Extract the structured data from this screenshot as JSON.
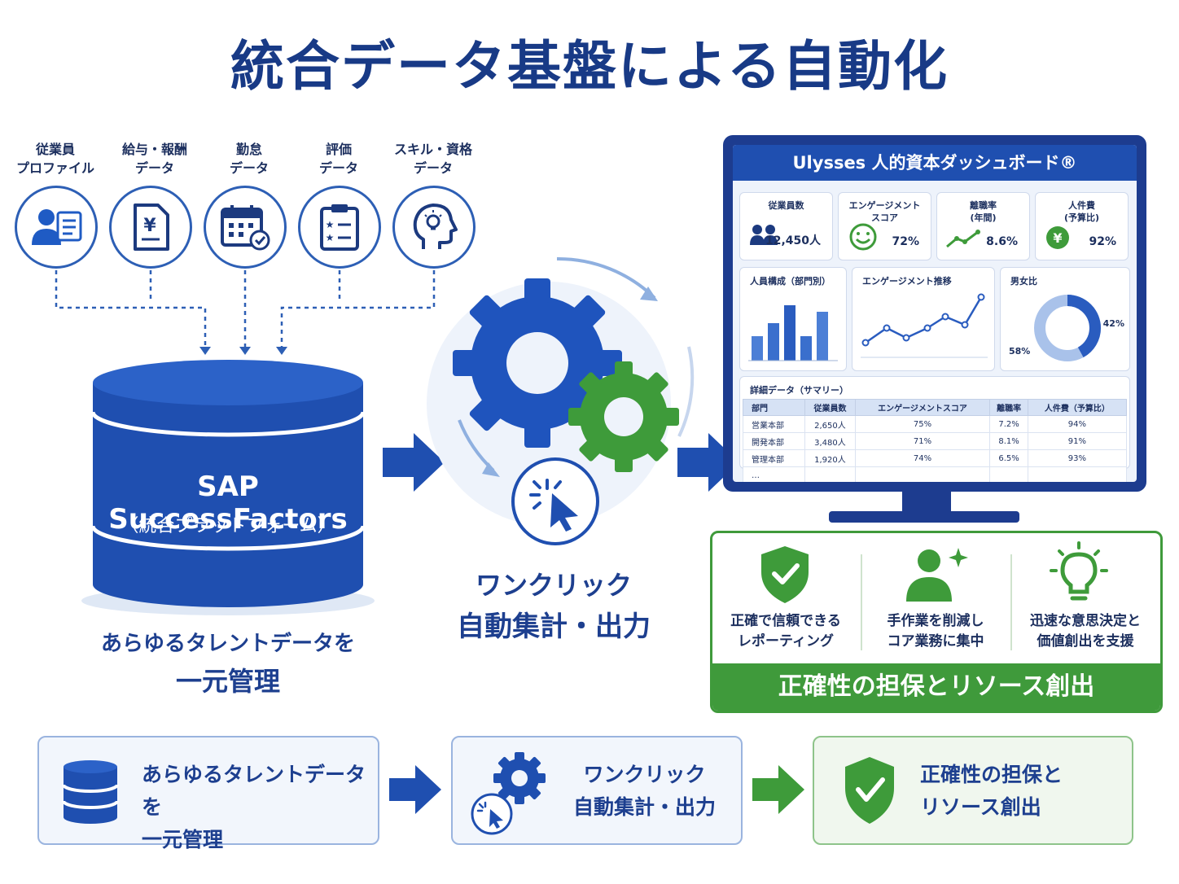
{
  "title": "統合データ基盤による自動化",
  "sources": [
    {
      "label": "従業員\nプロファイル",
      "icon": "employee-profile-icon"
    },
    {
      "label": "給与・報酬\nデータ",
      "icon": "payroll-document-icon"
    },
    {
      "label": "勤怠\nデータ",
      "icon": "calendar-check-icon"
    },
    {
      "label": "評価\nデータ",
      "icon": "evaluation-clipboard-icon"
    },
    {
      "label": "スキル・資格\nデータ",
      "icon": "head-lightbulb-icon"
    }
  ],
  "database": {
    "name": "SAP SuccessFactors",
    "sub": "（統合プラットフォーム）",
    "caption_line1": "あらゆるタレントデータを",
    "caption_line2": "一元管理"
  },
  "automation": {
    "caption_line1": "ワンクリック",
    "caption_line2": "自動集計・出力"
  },
  "dashboard": {
    "title": "Ulysses 人的資本ダッシュボード®",
    "kpis": [
      {
        "label": "従業員数",
        "value": "12,450人",
        "icon": "people-icon"
      },
      {
        "label": "エンゲージメント\nスコア",
        "value": "72%",
        "icon": "smile-icon"
      },
      {
        "label": "離職率\n(年間)",
        "value": "8.6%",
        "icon": "trend-line-icon"
      },
      {
        "label": "人件費\n(予算比)",
        "value": "92%",
        "icon": "yen-coin-icon"
      }
    ],
    "panels": {
      "composition": "人員構成（部門別）",
      "trend": "エンゲージメント推移",
      "gender": "男女比"
    },
    "gender_ratio": {
      "a": 42,
      "b": 58,
      "label_a": "42%",
      "label_b": "58%"
    },
    "table_title": "詳細データ（サマリー）",
    "table_headers": [
      "部門",
      "従業員数",
      "エンゲージメントスコア",
      "離職率",
      "人件費（予算比）"
    ],
    "table_rows": [
      [
        "営業本部",
        "2,650人",
        "75%",
        "7.2%",
        "94%"
      ],
      [
        "開発本部",
        "3,480人",
        "71%",
        "8.1%",
        "91%"
      ],
      [
        "管理本部",
        "1,920人",
        "74%",
        "6.5%",
        "93%"
      ]
    ],
    "table_more": "…"
  },
  "benefits": [
    {
      "line1": "正確で信頼できる",
      "line2": "レポーティング",
      "icon": "shield-check-icon"
    },
    {
      "line1": "手作業を削減し",
      "line2": "コア業務に集中",
      "icon": "person-sparkle-icon"
    },
    {
      "line1": "迅速な意思決定と",
      "line2": "価値創出を支援",
      "icon": "lightbulb-icon"
    }
  ],
  "benefits_footer": "正確性の担保とリソース創出",
  "flow": [
    {
      "line1": "あらゆるタレントデータを",
      "line2": "一元管理"
    },
    {
      "line1": "ワンクリック",
      "line2": "自動集計・出力"
    },
    {
      "line1": "正確性の担保と",
      "line2": "リソース創出"
    }
  ],
  "colors": {
    "primary": "#1f4fb0",
    "navy": "#183a86",
    "green": "#3f9a3b"
  }
}
